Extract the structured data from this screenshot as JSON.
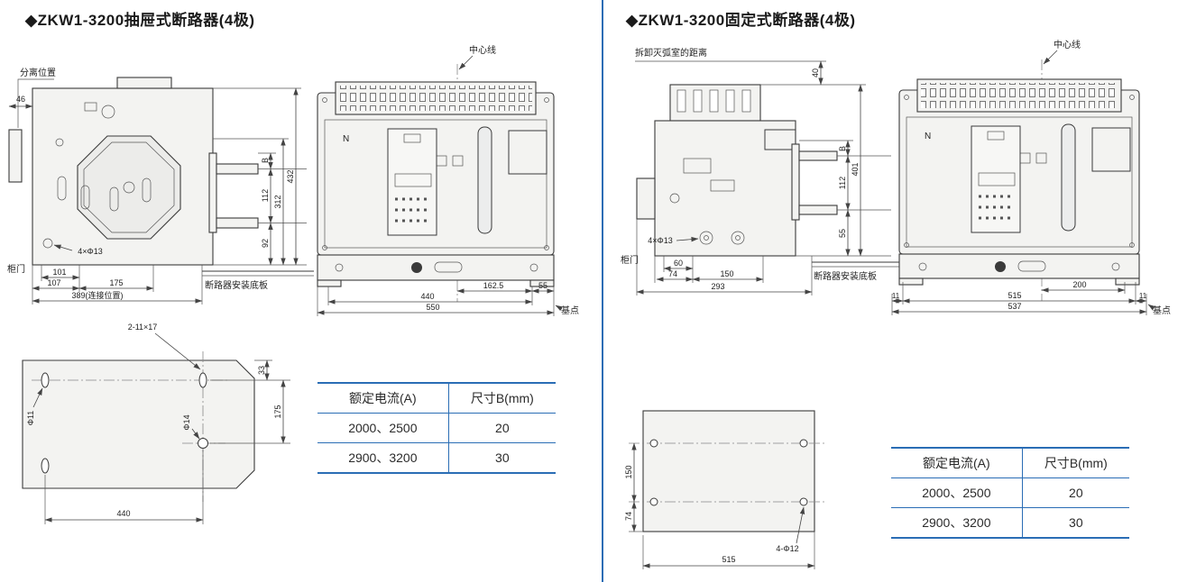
{
  "accent": "#2a6db5",
  "left": {
    "title": "◆ZKW1-3200抽屉式断路器(4极)",
    "side": {
      "separation": "分离位置",
      "d46": "46",
      "holes": "4×Φ13",
      "door": "柜门",
      "d101": "101",
      "d107": "107",
      "d175": "175",
      "d389": "389(连接位置)",
      "dB": "B",
      "d112": "112",
      "d92": "92",
      "d312": "312",
      "d432": "432",
      "plate": "断路器安装底板"
    },
    "front": {
      "centerline": "中心线",
      "n": "N",
      "d162": "162.5",
      "d55": "55",
      "d440": "440",
      "d550": "550",
      "base": "基点"
    },
    "plate": {
      "slots": "2-11×17",
      "d33": "33",
      "d175": "175",
      "phi11": "Φ11",
      "phi14": "Φ14",
      "d440": "440"
    },
    "table": {
      "headers": [
        "额定电流(A)",
        "尺寸B(mm)"
      ],
      "rows": [
        {
          "current": "2000、2500",
          "b": "20"
        },
        {
          "current": "2900、3200",
          "b": "30"
        }
      ]
    }
  },
  "right": {
    "title": "◆ZKW1-3200固定式断路器(4极)",
    "side": {
      "arc_note": "拆卸灭弧室的距离",
      "d40": "40",
      "d401": "401",
      "dB": "B",
      "d112": "112",
      "d55": "55",
      "holes": "4×Φ13",
      "door": "柜门",
      "d60": "60",
      "d74": "74",
      "d150": "150",
      "d293": "293",
      "plate": "断路器安装底板"
    },
    "front": {
      "centerline": "中心线",
      "n": "N",
      "d200": "200",
      "d11l": "11",
      "d515": "515",
      "d11r": "11",
      "d537": "537",
      "base": "基点"
    },
    "plate": {
      "d150": "150",
      "d74": "74",
      "holes": "4-Φ12",
      "d515": "515"
    },
    "table": {
      "headers": [
        "额定电流(A)",
        "尺寸B(mm)"
      ],
      "rows": [
        {
          "current": "2000、2500",
          "b": "20"
        },
        {
          "current": "2900、3200",
          "b": "30"
        }
      ]
    }
  }
}
